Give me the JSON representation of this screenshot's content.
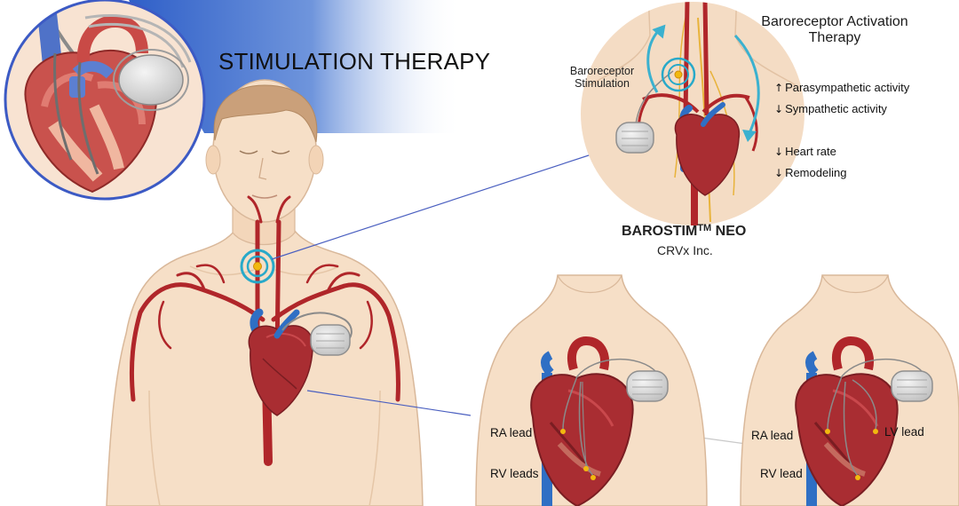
{
  "title": "STIMULATION THERAPY",
  "baroreceptor_panel": {
    "title_line1": "Baroreceptor Activation",
    "title_line2": "Therapy",
    "stimulation_line1": "Baroreceptor",
    "stimulation_line2": "Stimulation",
    "effects": [
      {
        "arrow": "↑",
        "text": "Parasympathetic activity"
      },
      {
        "arrow": "↓",
        "text": "Sympathetic activity"
      },
      {
        "arrow": "↓",
        "text": "Heart rate"
      },
      {
        "arrow": "↓",
        "text": "Remodeling"
      }
    ],
    "device_name": "BAROSTIM",
    "device_trademark": "TM",
    "device_model": "NEO",
    "company": "CRVx Inc."
  },
  "pacing_panels": [
    {
      "leads": [
        "RA lead",
        "RV leads"
      ]
    },
    {
      "leads": [
        "RA lead",
        "RV lead",
        "LV lead"
      ]
    }
  ],
  "colors": {
    "skin": "#f6dfc7",
    "skin_outline": "#d9b89a",
    "artery": "#b0262a",
    "vein": "#2f6fc4",
    "heart": "#a92d32",
    "device": "#d9d9d9",
    "banner": "#3f6fd0",
    "stim_ring": "#28a9c9"
  }
}
